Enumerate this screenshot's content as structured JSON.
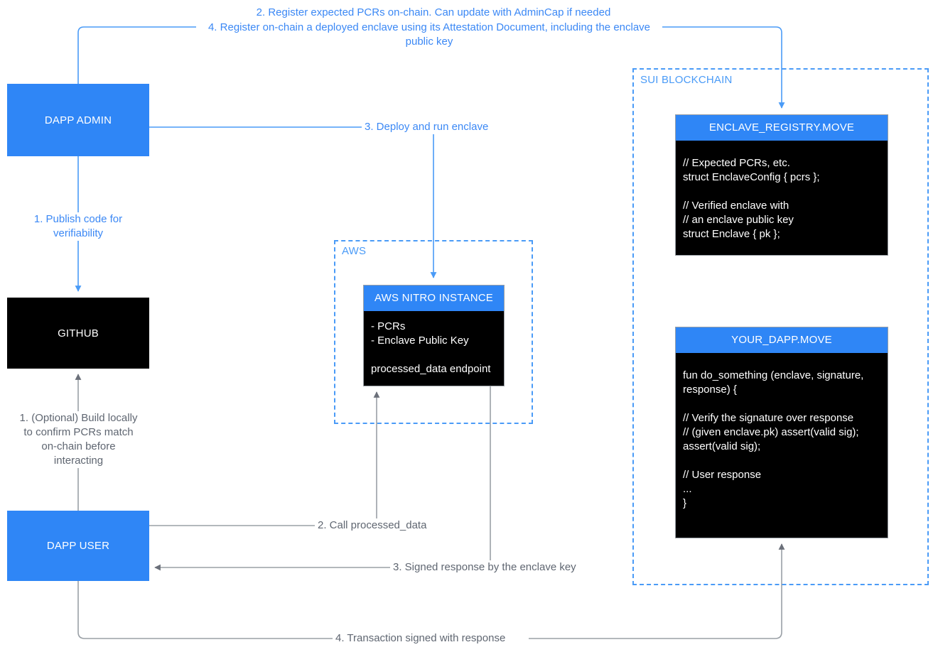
{
  "diagram": {
    "title": "Sui Nitro Enclave attestation architecture",
    "colors": {
      "blue": "#2f86f6",
      "blue_line": "#4a9bf7",
      "gray_line": "#9aa0a6",
      "gray_text": "#5f6671",
      "black": "#000000",
      "white": "#ffffff"
    }
  },
  "nodes": {
    "dapp_admin": {
      "label": "DAPP ADMIN"
    },
    "github": {
      "label": "GITHUB"
    },
    "dapp_user": {
      "label": "DAPP USER"
    },
    "aws_nitro_instance": {
      "header": "AWS NITRO INSTANCE",
      "body": "- PCRs\n- Enclave Public Key\n\nprocessed_data endpoint"
    },
    "enclave_registry_move": {
      "header": "ENCLAVE_REGISTRY.MOVE",
      "body": "// Expected PCRs, etc.\nstruct EnclaveConfig { pcrs };\n\n// Verified enclave with\n// an enclave public key\nstruct Enclave { pk };"
    },
    "your_dapp_move": {
      "header": "YOUR_DAPP.MOVE",
      "body": "fun do_something (enclave, signature,\nresponse) {\n\n// Verify the signature over response\n// (given enclave.pk) assert(valid sig);\nassert(valid sig);\n\n// User response\n...\n}"
    }
  },
  "groups": {
    "aws": {
      "label": "AWS"
    },
    "sui_blockchain": {
      "label": "SUI BLOCKCHAIN"
    }
  },
  "edges": {
    "register_pcrs": "2. Register expected PCRs on-chain. Can update with AdminCap if needed",
    "register_enclave": "4. Register on-chain a deployed enclave using its Attestation Document, including the enclave public key",
    "publish_code": "1. Publish code for verifiability",
    "deploy_run_enclave": "3. Deploy and run enclave",
    "build_locally": "1. (Optional) Build locally to confirm PCRs match on-chain before interacting",
    "call_processed_data": "2. Call processed_data",
    "signed_response": "3. Signed response by the enclave key",
    "transaction_signed": "4. Transaction signed with response"
  }
}
